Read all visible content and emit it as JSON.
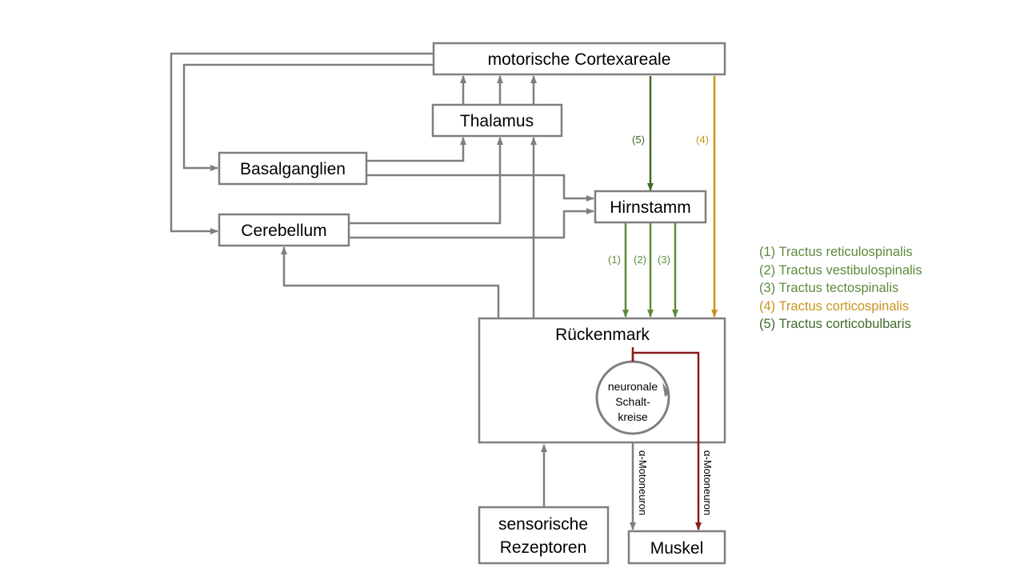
{
  "nodes": {
    "cortex": "motorische Cortexareale",
    "thalamus": "Thalamus",
    "basalganglia": "Basalganglien",
    "cerebellum": "Cerebellum",
    "brainstem": "Hirnstamm",
    "spinal_cord": "Rückenmark",
    "circuit_line1": "neuronale",
    "circuit_line2": "Schalt-",
    "circuit_line3": "kreise",
    "receptors_line1": "sensorische",
    "receptors_line2": "Rezeptoren",
    "muscle": "Muskel"
  },
  "edge_labels": {
    "tract1": "(1)",
    "tract2": "(2)",
    "tract3": "(3)",
    "tract4": "(4)",
    "tract5": "(5)",
    "motoneuron_gray": "α-Motoneuron",
    "motoneuron_red": "α-Motoneuron"
  },
  "legend": [
    {
      "number": "(1)",
      "name": "Tractus reticulospinalis",
      "color": "#5e8a3c"
    },
    {
      "number": "(2)",
      "name": "Tractus vestibulospinalis",
      "color": "#5e8a3c"
    },
    {
      "number": "(3)",
      "name": "Tractus tectospinalis",
      "color": "#5e8a3c"
    },
    {
      "number": "(4)",
      "name": "Tractus corticospinalis",
      "color": "#c8961e"
    },
    {
      "number": "(5)",
      "name": "Tractus corticobulbaris",
      "color": "#3f6a2a"
    }
  ],
  "colors": {
    "wire": "#7f7f7f",
    "green": "#5e8a3c",
    "dark_green": "#3f6a2a",
    "gold": "#c8961e",
    "dark_red": "#8b1a1a"
  }
}
